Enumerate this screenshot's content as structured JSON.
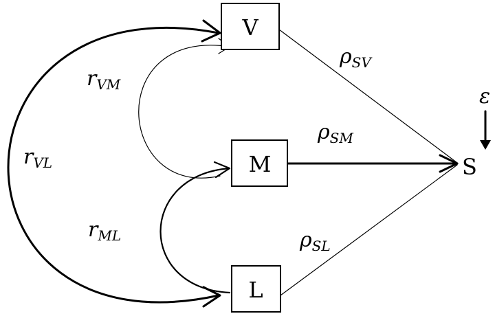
{
  "nodes": {
    "v": "V",
    "m": "M",
    "l": "L",
    "s": "S"
  },
  "error": {
    "symbol": "ε"
  },
  "coefficients": {
    "r_vm": {
      "main": "r",
      "sub": "VM"
    },
    "r_vl": {
      "main": "r",
      "sub": "VL"
    },
    "r_ml": {
      "main": "r",
      "sub": "ML"
    },
    "rho_sv": {
      "main": "ρ",
      "sub": "SV"
    },
    "rho_sm": {
      "main": "ρ",
      "sub": "SM"
    },
    "rho_sl": {
      "main": "ρ",
      "sub": "SL"
    }
  }
}
